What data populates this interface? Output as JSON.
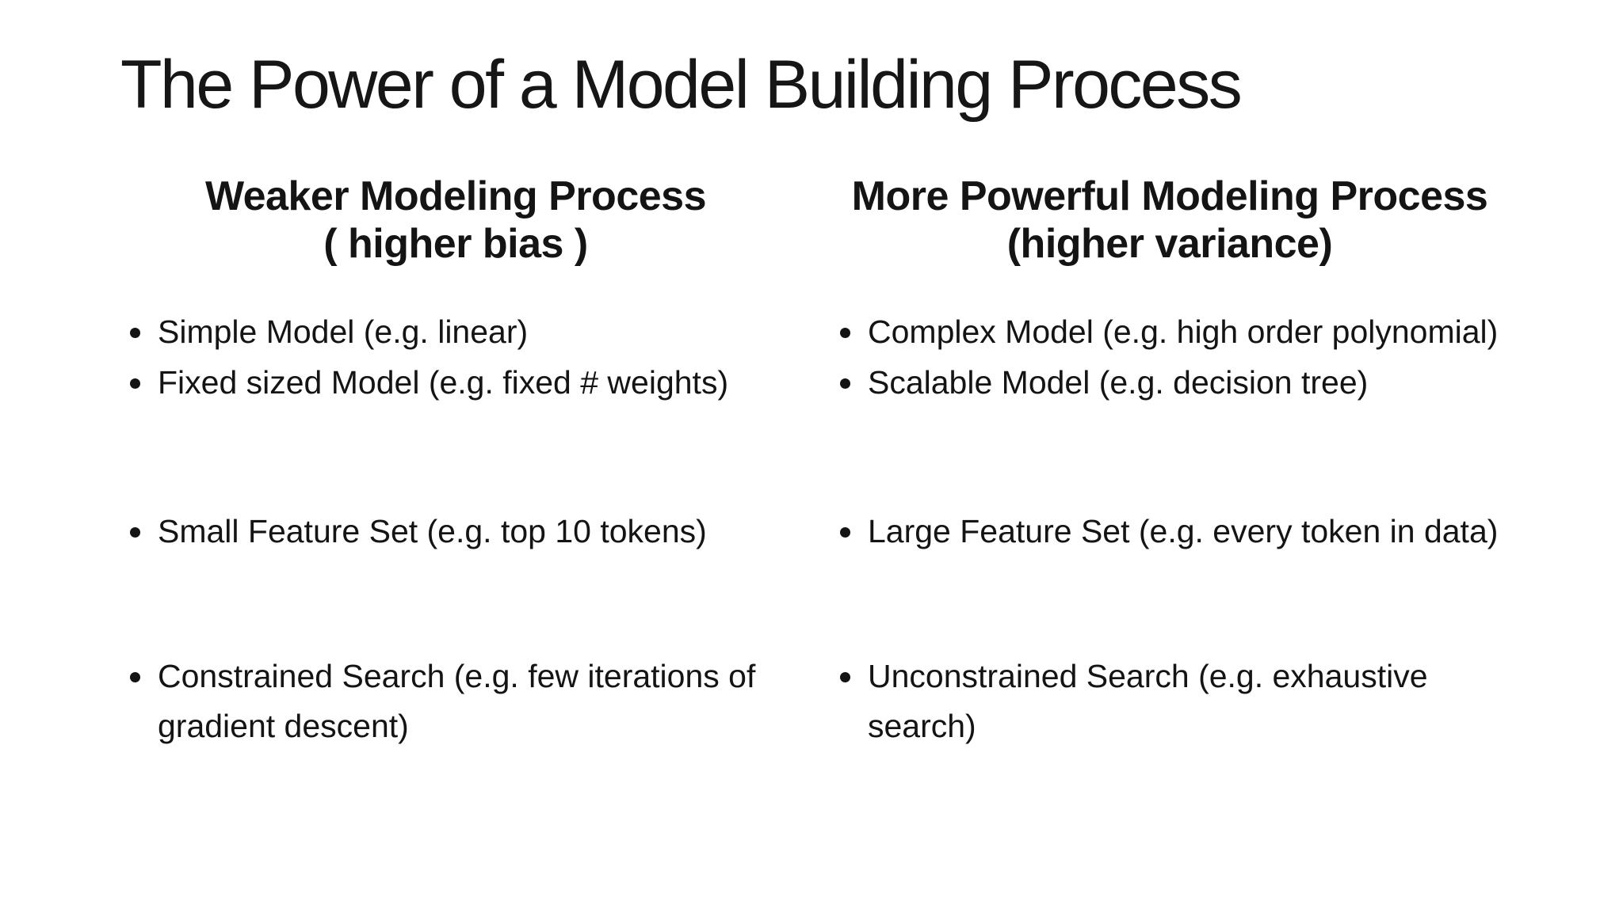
{
  "slide": {
    "title": "The Power of a Model Building Process",
    "colors": {
      "background": "#ffffff",
      "text": "#141414"
    },
    "columns": [
      {
        "heading_line1": "Weaker Modeling Process",
        "heading_line2": "( higher bias )",
        "bullets": [
          {
            "text": "Simple Model (e.g. linear)"
          },
          {
            "text": "Fixed sized Model (e.g. fixed # weights)"
          },
          {
            "text": "Small Feature Set (e.g. top 10 tokens)"
          },
          {
            "text": "Constrained Search (e.g. few iterations of gradient descent)"
          }
        ]
      },
      {
        "heading_line1": "More Powerful Modeling Process",
        "heading_line2": "(higher variance)",
        "bullets": [
          {
            "text": "Complex Model (e.g. high order polynomial)"
          },
          {
            "text": "Scalable Model (e.g. decision tree)"
          },
          {
            "text": "Large Feature Set (e.g. every token in data)"
          },
          {
            "text": "Unconstrained Search (e.g. exhaustive search)"
          }
        ]
      }
    ]
  }
}
